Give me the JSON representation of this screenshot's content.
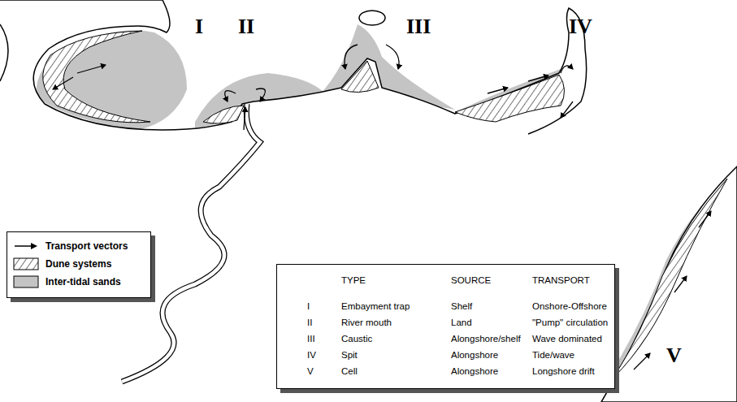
{
  "diagram": {
    "labels": [
      "I",
      "II",
      "III",
      "IV",
      "V",
      "TYPE",
      "SOURCE",
      "TRANSPORT",
      "I",
      "Embayment trap",
      "Shelf",
      "Onshore-Offshore",
      "II",
      "River mouth",
      "Land",
      "\"Pump\" circulation",
      "III",
      "Caustic",
      "Alongshore/shelf",
      "Wave dominated",
      "IV",
      "Spit",
      "Alongshore",
      "Tide/wave",
      "V",
      "Cell",
      "Alongshore",
      "Longshore drift"
    ],
    "legend": [
      {
        "text": "Transport vectors"
      },
      {
        "text": "Dune systems"
      },
      {
        "text": "Inter-tidal sands",
        "color": "#c4c4c4"
      }
    ]
  }
}
